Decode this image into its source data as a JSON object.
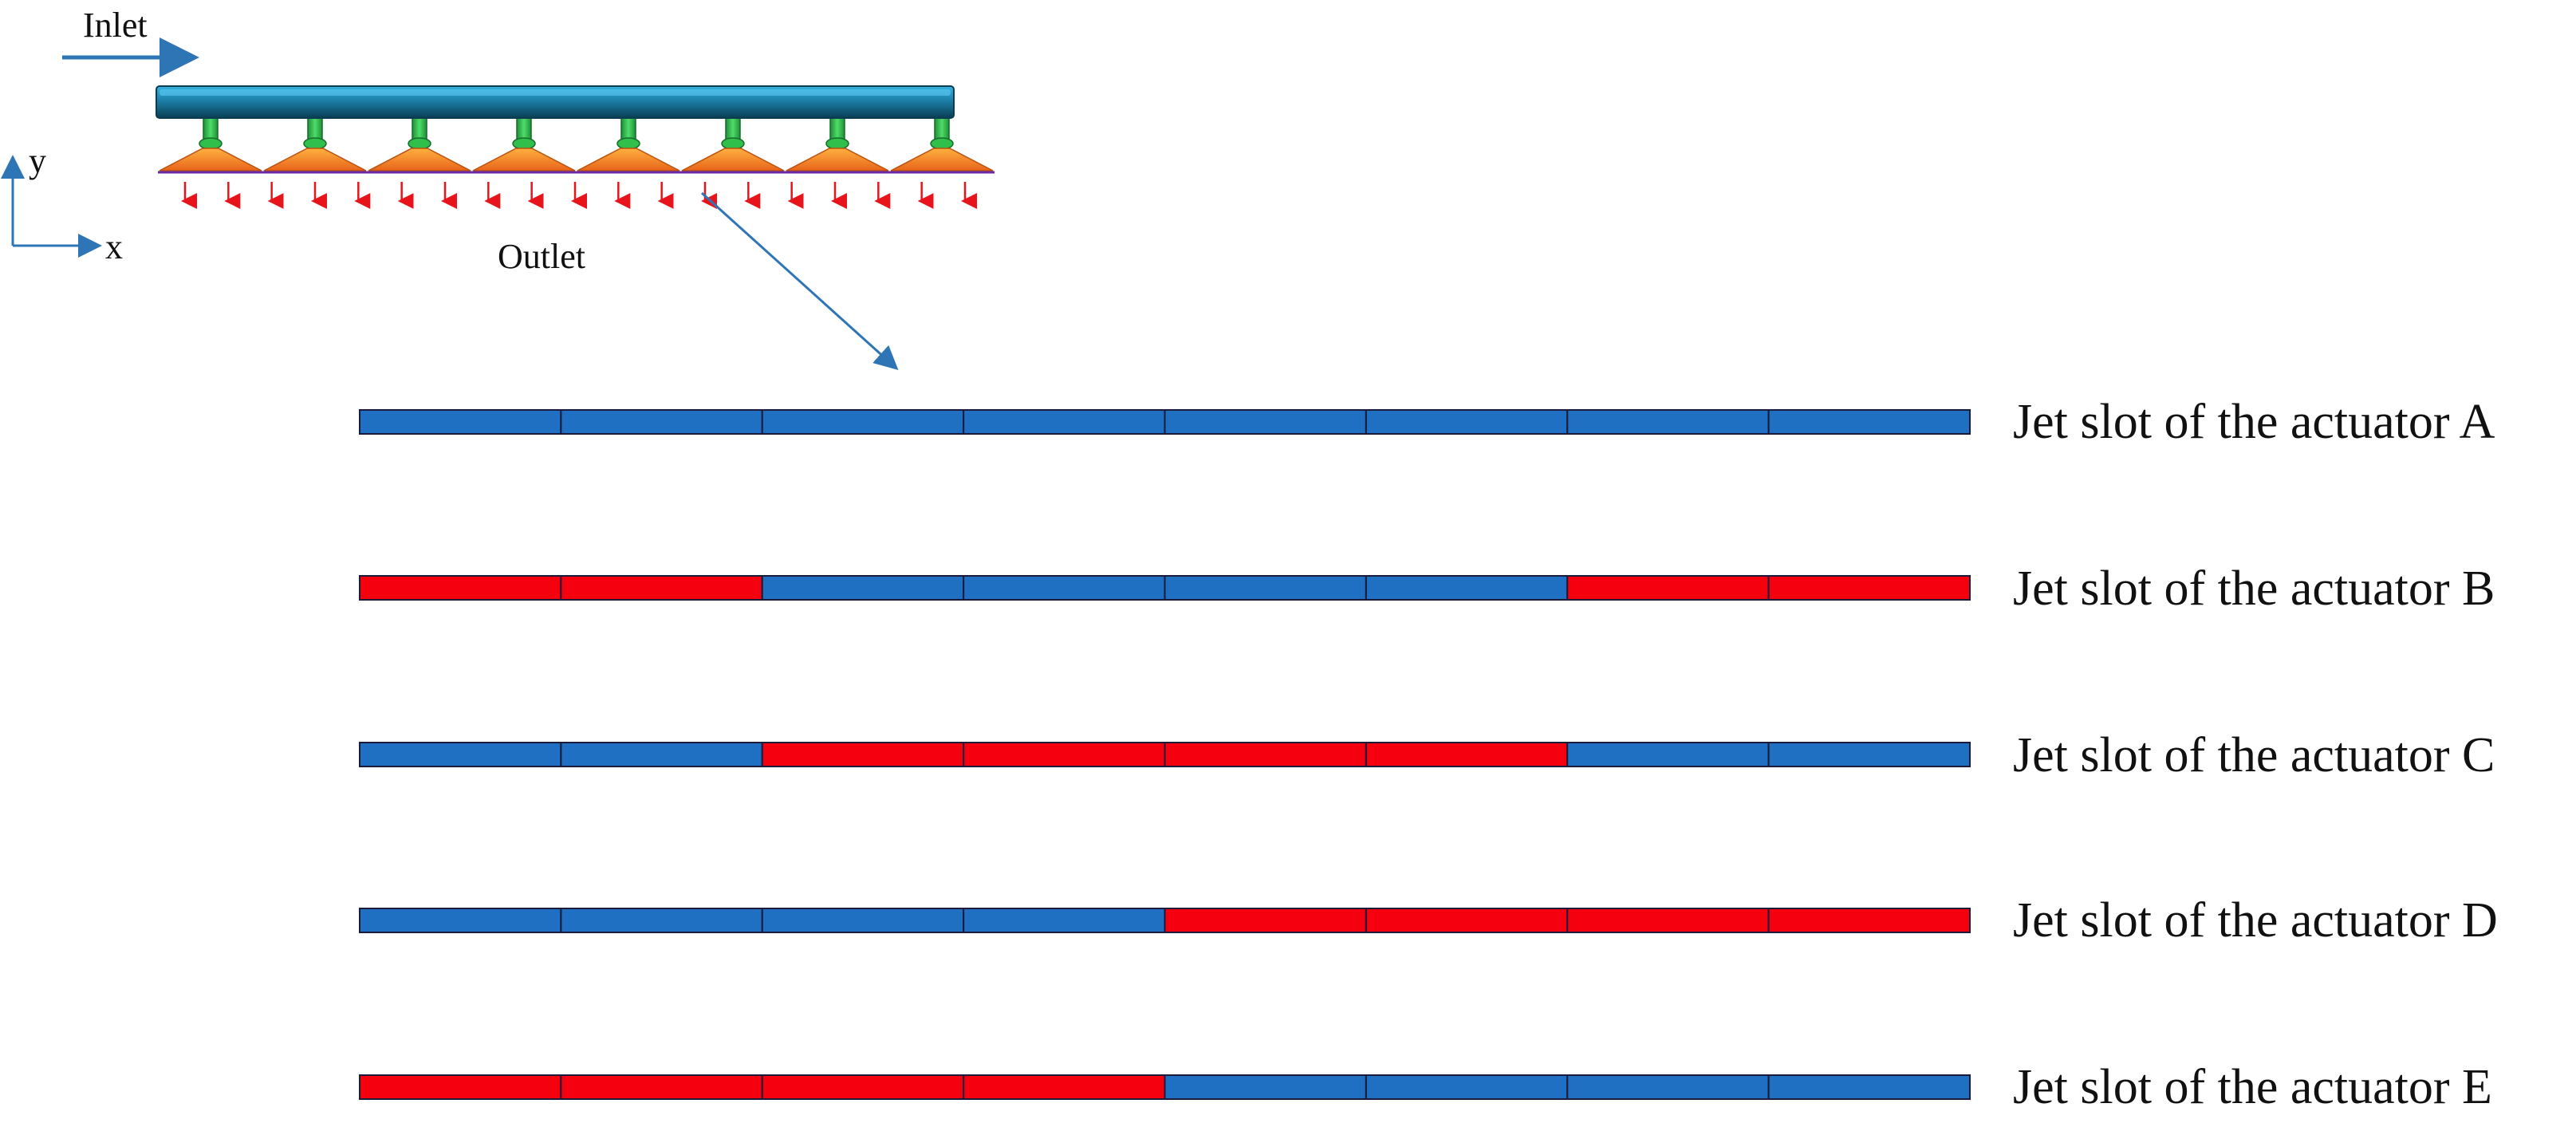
{
  "schematic": {
    "inlet_label": "Inlet",
    "outlet_label": "Outlet",
    "axis_y_label": "y",
    "axis_x_label": "x",
    "actuator_count": 8,
    "outlet_arrow_count": 19
  },
  "colors": {
    "slot_blue": "#1f6fc2",
    "slot_red": "#f5000e",
    "slot_border": "#1a1a3a",
    "manifold_top": "#2ea6d6",
    "manifold_bottom": "#0a3d52",
    "neck_green": "#2fbf4a",
    "nozzle_orange": "#f07a1a",
    "outlet_arrow": "#e8141c",
    "annotation_arrow": "#2e75b6"
  },
  "rows": [
    {
      "label": "Jet slot of the actuator A",
      "segments": [
        "blue",
        "blue",
        "blue",
        "blue",
        "blue",
        "blue",
        "blue",
        "blue"
      ]
    },
    {
      "label": "Jet slot of the actuator B",
      "segments": [
        "red",
        "red",
        "blue",
        "blue",
        "blue",
        "blue",
        "red",
        "red"
      ]
    },
    {
      "label": "Jet slot of the actuator C",
      "segments": [
        "blue",
        "blue",
        "red",
        "red",
        "red",
        "red",
        "blue",
        "blue"
      ]
    },
    {
      "label": "Jet slot of the actuator D",
      "segments": [
        "blue",
        "blue",
        "blue",
        "blue",
        "red",
        "red",
        "red",
        "red"
      ]
    },
    {
      "label": "Jet slot of the actuator E",
      "segments": [
        "red",
        "red",
        "red",
        "red",
        "blue",
        "blue",
        "blue",
        "blue"
      ]
    }
  ]
}
